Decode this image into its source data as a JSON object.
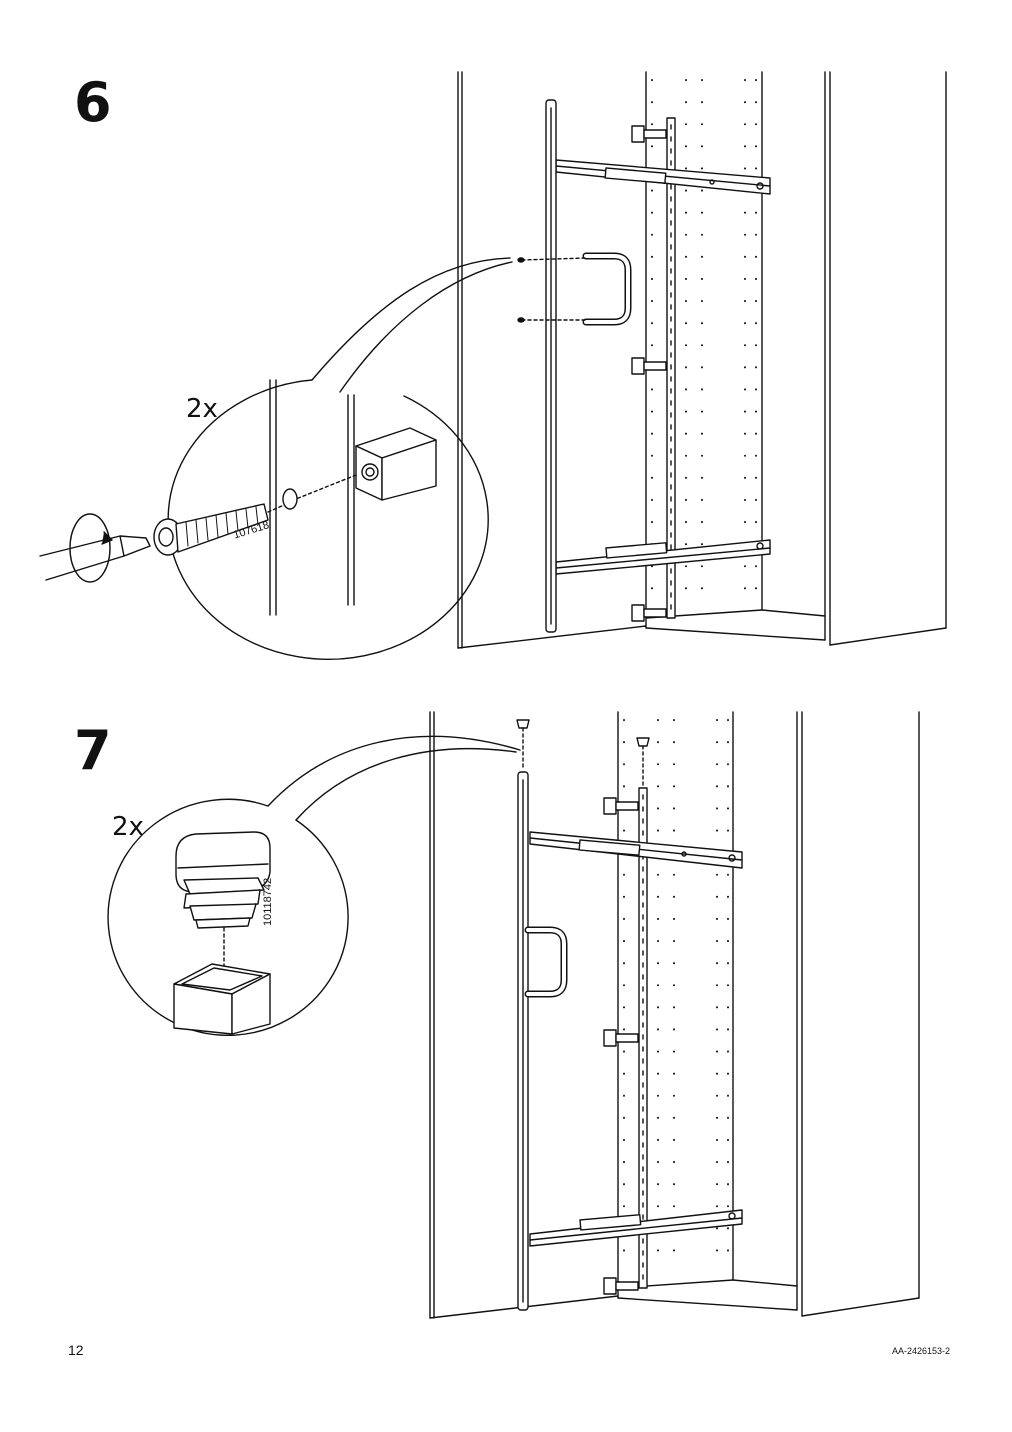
{
  "page": {
    "number": "12",
    "doc_code": "AA-2426153-2"
  },
  "step6": {
    "number": "6",
    "quantity": "2x",
    "part_number": "107618"
  },
  "step7": {
    "number": "7",
    "quantity": "2x",
    "part_number": "10118742"
  }
}
